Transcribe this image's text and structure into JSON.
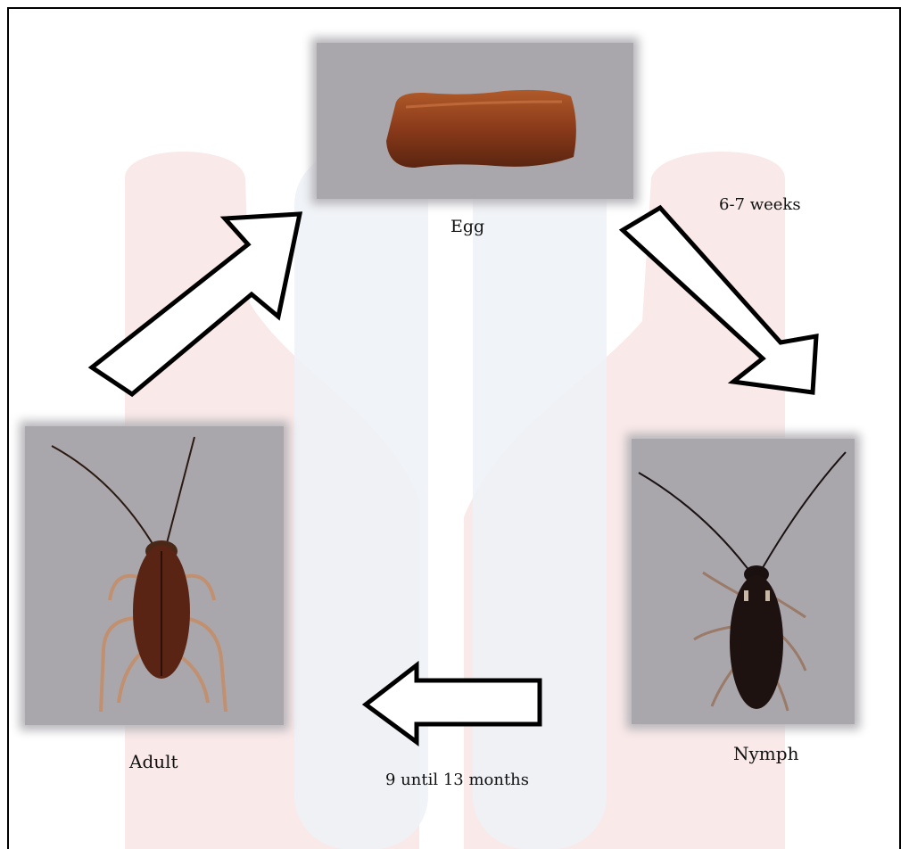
{
  "stages": {
    "egg": "Egg",
    "nymph": "Nymph",
    "adult": "Adult"
  },
  "durations": {
    "egg_to_nymph": "6-7 weeks",
    "nymph_to_adult": "9 until 13 months"
  },
  "colors": {
    "watermark_red": "#f9e3e3",
    "watermark_blue": "#eef2f6",
    "photo_bg": "#a9a7ab",
    "egg_color": "#8a3a1a",
    "insect_color": "#3a1a10"
  }
}
